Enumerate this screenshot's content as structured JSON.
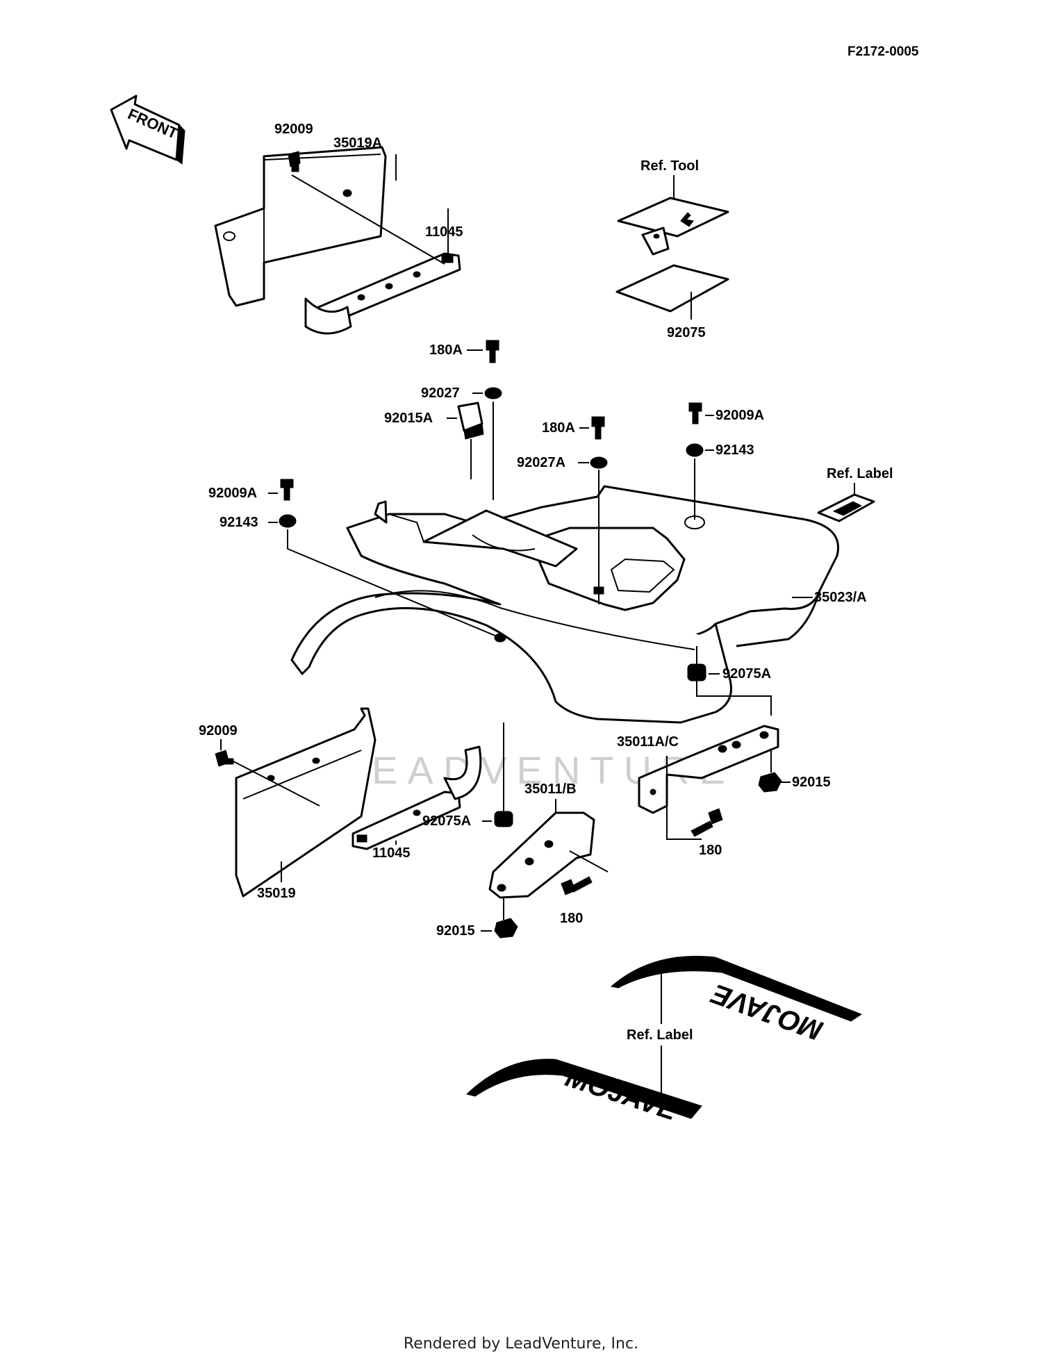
{
  "diagram_code": "F2172-0005",
  "footer": "Rendered by LeadVenture, Inc.",
  "watermark": "LEADVENTURE",
  "front_arrow": "FRONT",
  "decal_upper": "MOJAVE",
  "decal_lower": "MOJAVE",
  "labels": {
    "p92009_top": "92009",
    "p35019A": "35019A",
    "p11045_top": "11045",
    "ref_tool": "Ref. Tool",
    "p92075": "92075",
    "p180A_a": "180A",
    "p92027": "92027",
    "p92015A": "92015A",
    "p180A_b": "180A",
    "p92027A": "92027A",
    "p92009A_right": "92009A",
    "p92143_right": "92143",
    "ref_label_top": "Ref. Label",
    "p92009A_left": "92009A",
    "p92143_left": "92143",
    "p35023A": "35023/A",
    "p92075A_right": "92075A",
    "p92009_bottom": "92009",
    "p35011AC": "35011A/C",
    "p92015_right": "92015",
    "p35011B": "35011/B",
    "p92075A_mid": "92075A",
    "p11045_bottom": "11045",
    "p180_right": "180",
    "p35019": "35019",
    "p180_mid": "180",
    "p92015_bottom": "92015",
    "ref_label_bottom": "Ref. Label"
  }
}
